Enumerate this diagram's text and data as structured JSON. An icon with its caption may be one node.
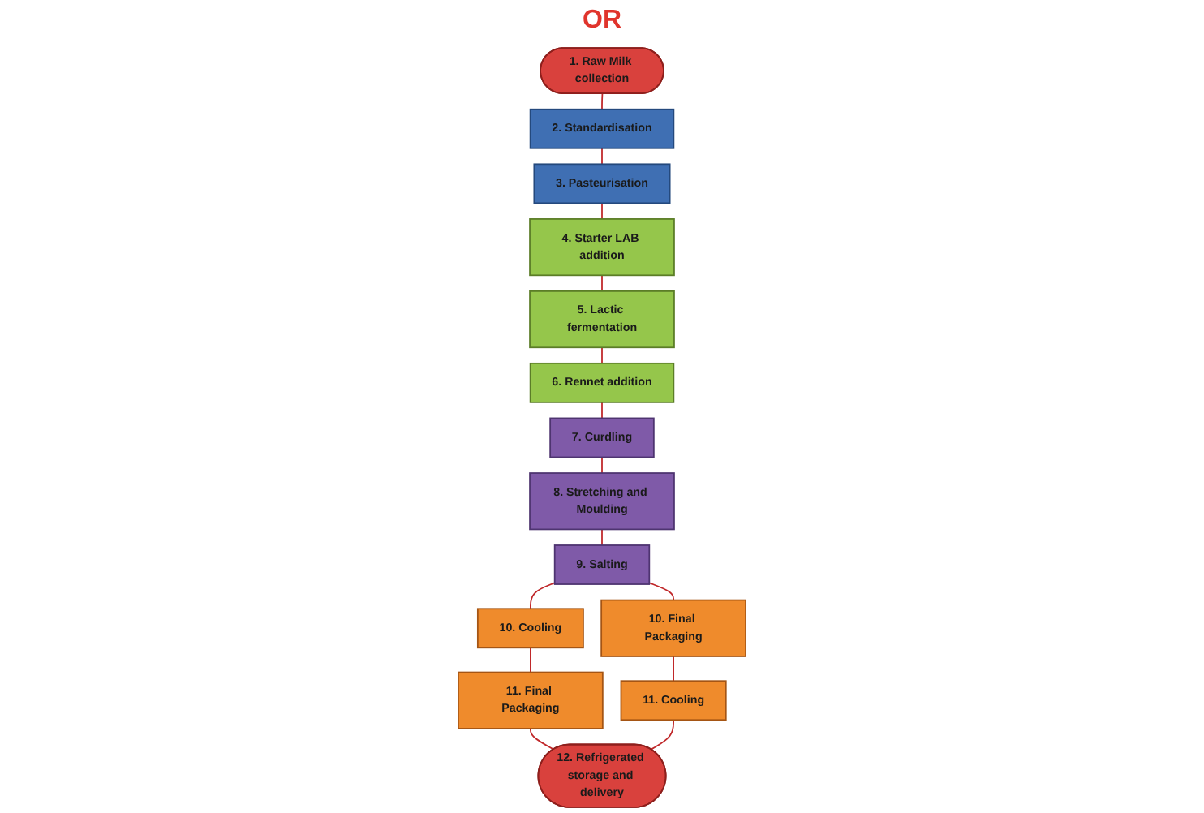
{
  "diagram": {
    "nodes": [
      {
        "text": [
          "1. Raw Milk collection"
        ]
      },
      {
        "text": [
          "2. Standardisation"
        ]
      },
      {
        "text": [
          "3. Pasteurisation"
        ]
      },
      {
        "text": [
          "4. Starter LAB addition"
        ]
      },
      {
        "text": [
          "5. Lactic fermentation"
        ]
      },
      {
        "text": [
          "6. Rennet addition"
        ]
      },
      {
        "text": [
          "7. Curdling"
        ]
      },
      {
        "text": [
          "8. Stretching and Moulding"
        ]
      },
      {
        "text": [
          "9. Salting"
        ]
      },
      {
        "text": [
          "10. Cooling"
        ]
      },
      {
        "text": [
          "10. Final Packaging"
        ]
      },
      {
        "text": [
          "11. Final Packaging"
        ]
      },
      {
        "text": [
          "11. Cooling"
        ]
      },
      {
        "text": [
          "12. Refrigerated storage and delivery"
        ]
      }
    ],
    "edges": [
      {
        "from": 0,
        "to": 1,
        "arrow": "none"
      },
      {
        "from": 1,
        "to": 2,
        "arrow": "none"
      },
      {
        "from": 2,
        "to": 3,
        "arrow": "none"
      },
      {
        "from": 3,
        "to": 4,
        "arrow": "none"
      },
      {
        "from": 4,
        "to": 5,
        "arrow": "none"
      },
      {
        "from": 5,
        "to": 6,
        "arrow": "none"
      },
      {
        "from": 6,
        "to": 7,
        "arrow": "none"
      },
      {
        "from": 7,
        "to": 8,
        "arrow": "none"
      },
      {
        "from": 8,
        "to": 9,
        "arrow": "none"
      },
      {
        "from": 8,
        "to": 10,
        "arrow": "none"
      },
      {
        "from": 9,
        "to": 11,
        "arrow": "none"
      },
      {
        "from": 10,
        "to": 12,
        "arrow": "none"
      },
      {
        "from": 11,
        "to": 13,
        "arrow": "none"
      },
      {
        "from": 12,
        "to": 13,
        "arrow": "none"
      }
    ],
    "labels": [
      "OR"
    ]
  }
}
